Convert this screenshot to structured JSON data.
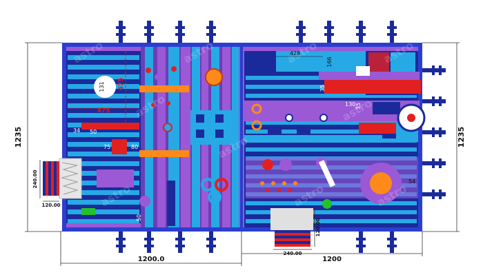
{
  "dimensions": {
    "height_left": "1235",
    "height_right": "1235",
    "width_bottom_left": "1200.0",
    "width_bottom_right": "1200",
    "entry_left_height": "240.00",
    "entry_left_width": "120.00",
    "entry_bottom_width": "240.00",
    "entry_bottom_height": "120.00"
  },
  "labels": {
    "circle_131": "131",
    "red_475_vertical": "475",
    "red_475_horizontal": "475",
    "l_50": "50",
    "l_34": "34",
    "l_75": "75",
    "l_80": "80",
    "l_50b": "50",
    "l_428": "428",
    "l_166": "166",
    "l_35": "35",
    "l_130": "130",
    "l_35b": "35",
    "l_54": "54"
  },
  "watermark": "astro",
  "colors": {
    "frame": "#2a3fcf",
    "purple": "#9b59d6",
    "cyan": "#27a9e6",
    "navy": "#1b2a9a",
    "red": "#e32020",
    "orange": "#ff8a1a"
  }
}
